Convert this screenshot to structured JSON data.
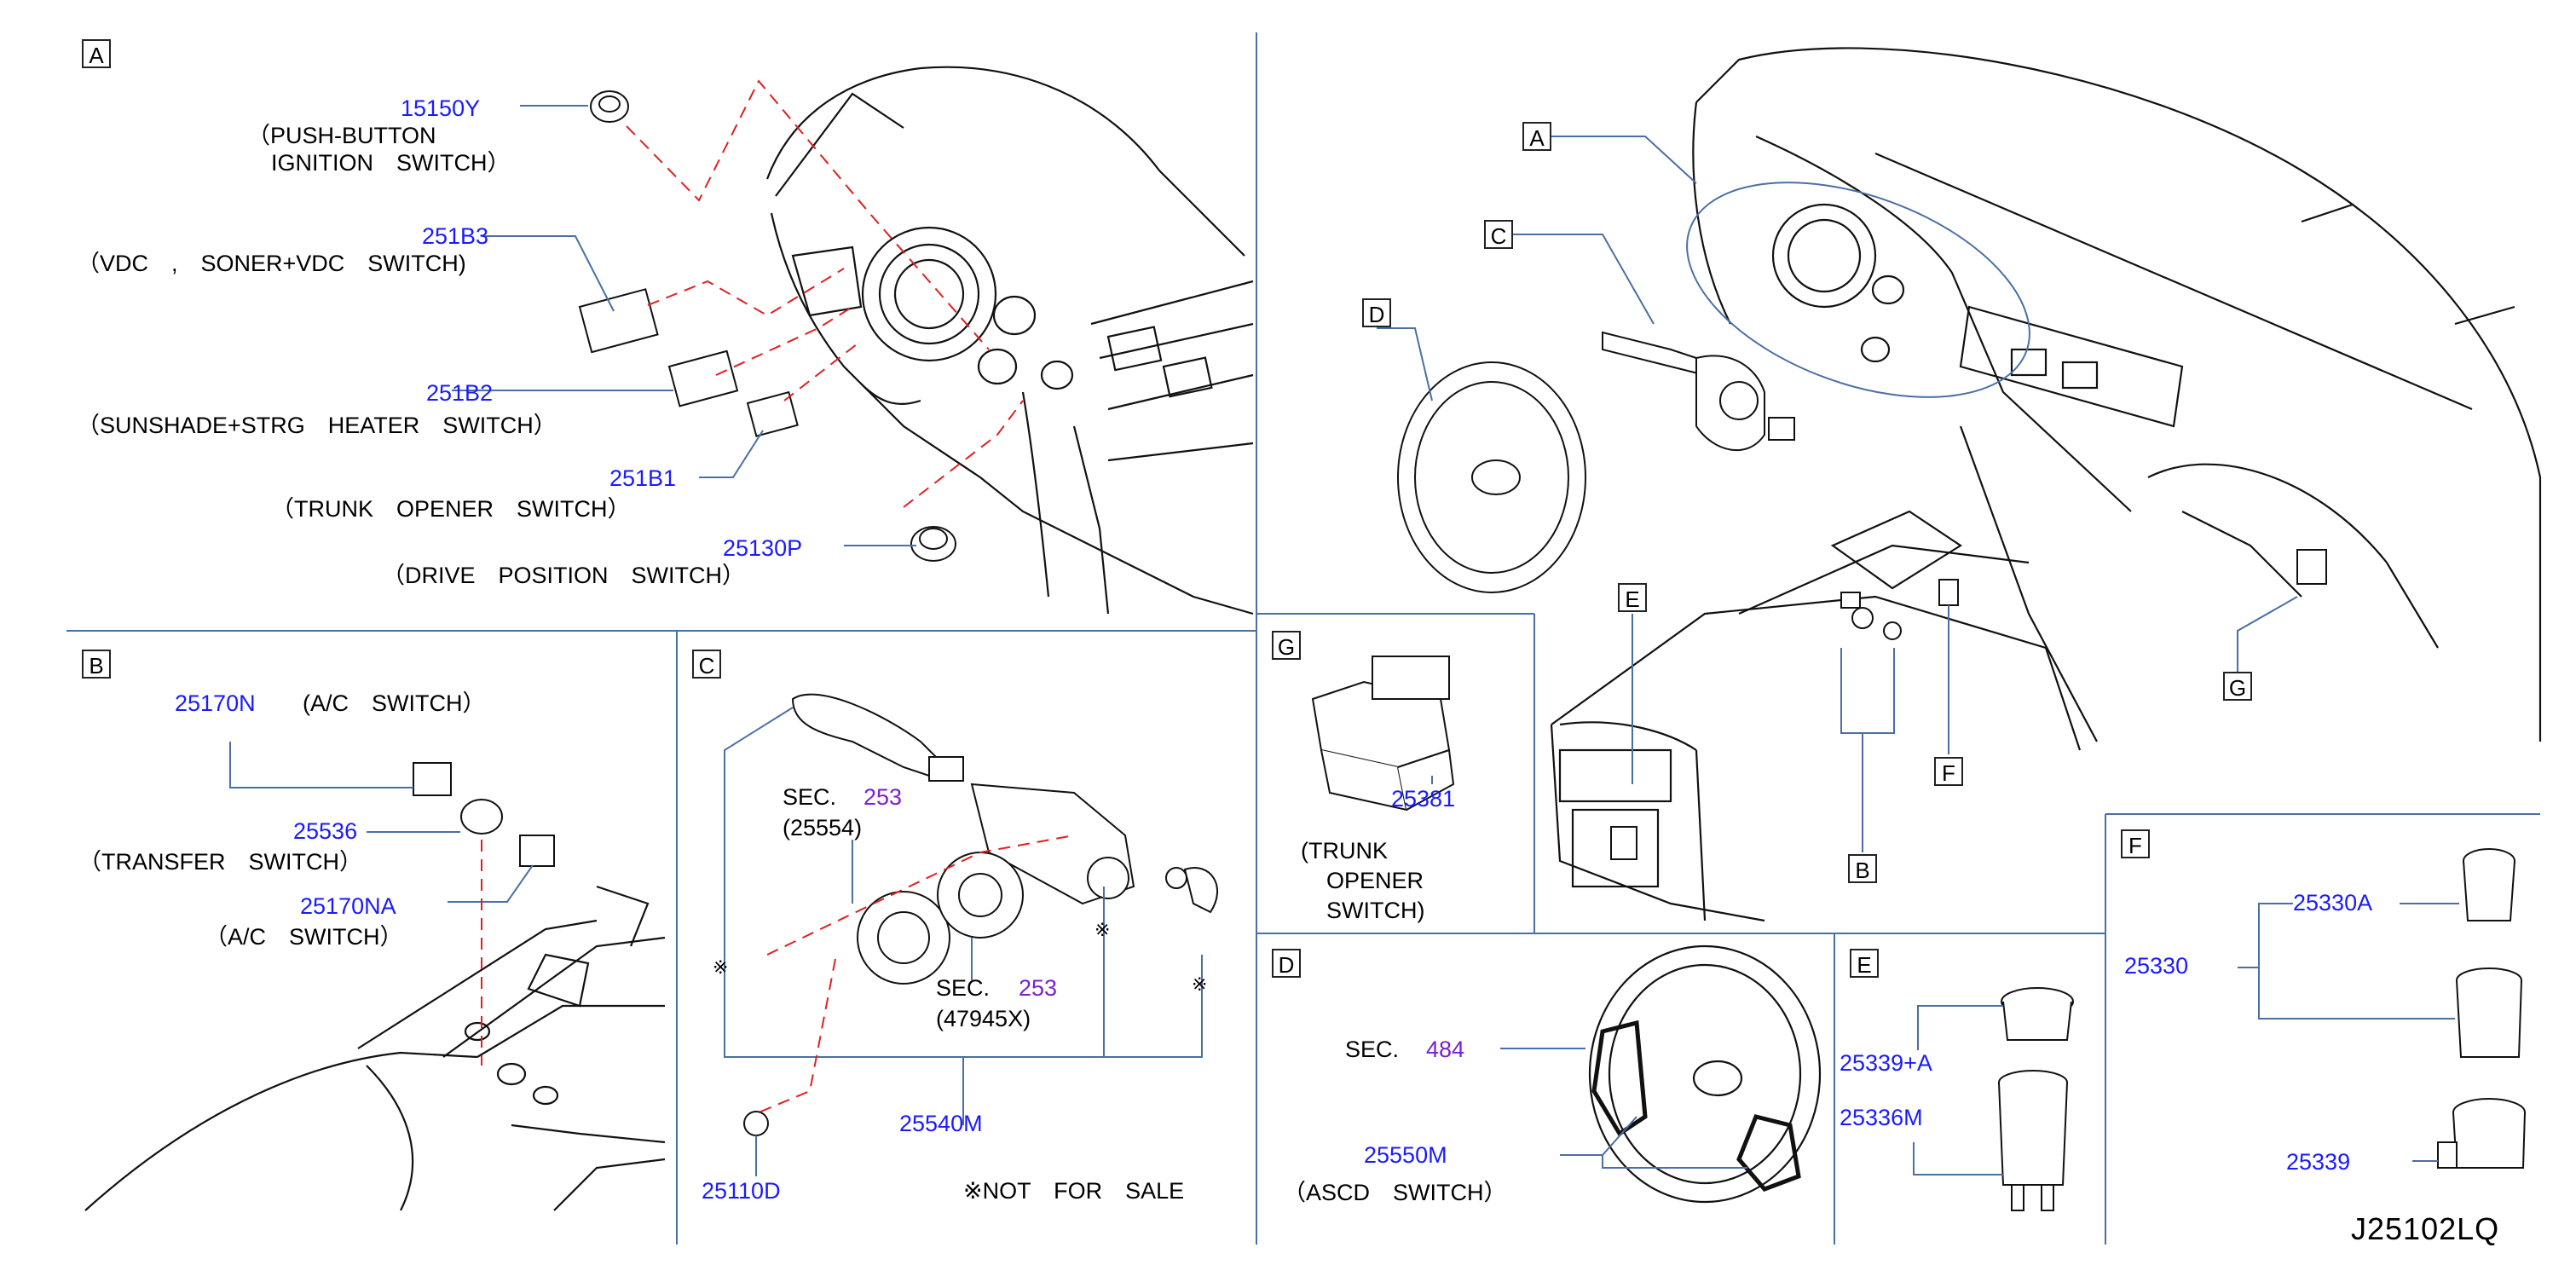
{
  "sections": {
    "A": {
      "letter": "A"
    },
    "B": {
      "letter": "B"
    },
    "C": {
      "letter": "C"
    },
    "D": {
      "letter": "D"
    },
    "E": {
      "letter": "E"
    },
    "F": {
      "letter": "F"
    },
    "G": {
      "letter": "G"
    }
  },
  "overview_letters": [
    "A",
    "C",
    "D",
    "E",
    "B",
    "F",
    "G"
  ],
  "section_a": {
    "parts": [
      {
        "number": "15150Y",
        "desc1": "（PUSH-BUTTON",
        "desc2": "IGNITION　SWITCH）"
      },
      {
        "number": "251B3",
        "desc1": "（VDC　,　SONER+VDC　SWITCH)"
      },
      {
        "number": "251B2",
        "desc1": "（SUNSHADE+STRG　HEATER　SWITCH）"
      },
      {
        "number": "251B1",
        "desc1": "（TRUNK　OPENER　SWITCH）"
      },
      {
        "number": "25130P",
        "desc1": "（DRIVE　POSITION　SWITCH）"
      }
    ]
  },
  "section_b": {
    "parts": [
      {
        "number": "25170N",
        "desc1": "(A/C　SWITCH）"
      },
      {
        "number": "25536",
        "desc1": "（TRANSFER　SWITCH）"
      },
      {
        "number": "25170NA",
        "desc1": "（A/C　SWITCH）"
      }
    ]
  },
  "section_c": {
    "sec1_prefix": "SEC.",
    "sec1_num": "253",
    "sec1_sub": "(25554)",
    "sec2_prefix": "SEC.",
    "sec2_num": "253",
    "sec2_sub": "(47945X)",
    "mark": "※",
    "part_main": "25540M",
    "part_screw": "25110D",
    "note": "※NOT　FOR　SALE"
  },
  "section_g": {
    "number": "25381",
    "desc1": "(TRUNK",
    "desc2": "OPENER",
    "desc3": "SWITCH)"
  },
  "section_d": {
    "sec_prefix": "SEC.",
    "sec_num": "484",
    "number": "25550M",
    "desc1": "（ASCD　SWITCH）"
  },
  "section_e": {
    "parts": [
      "25339+A",
      "25336M"
    ]
  },
  "section_f": {
    "parent": "25330",
    "parts": [
      "25330A",
      "25339"
    ]
  },
  "diagram_code": "J25102LQ",
  "colors": {
    "part_number": "#1a1aff",
    "sec_number": "#7a1fd0",
    "divider": "#4a6fa5",
    "leader_dash": "#e02020"
  }
}
